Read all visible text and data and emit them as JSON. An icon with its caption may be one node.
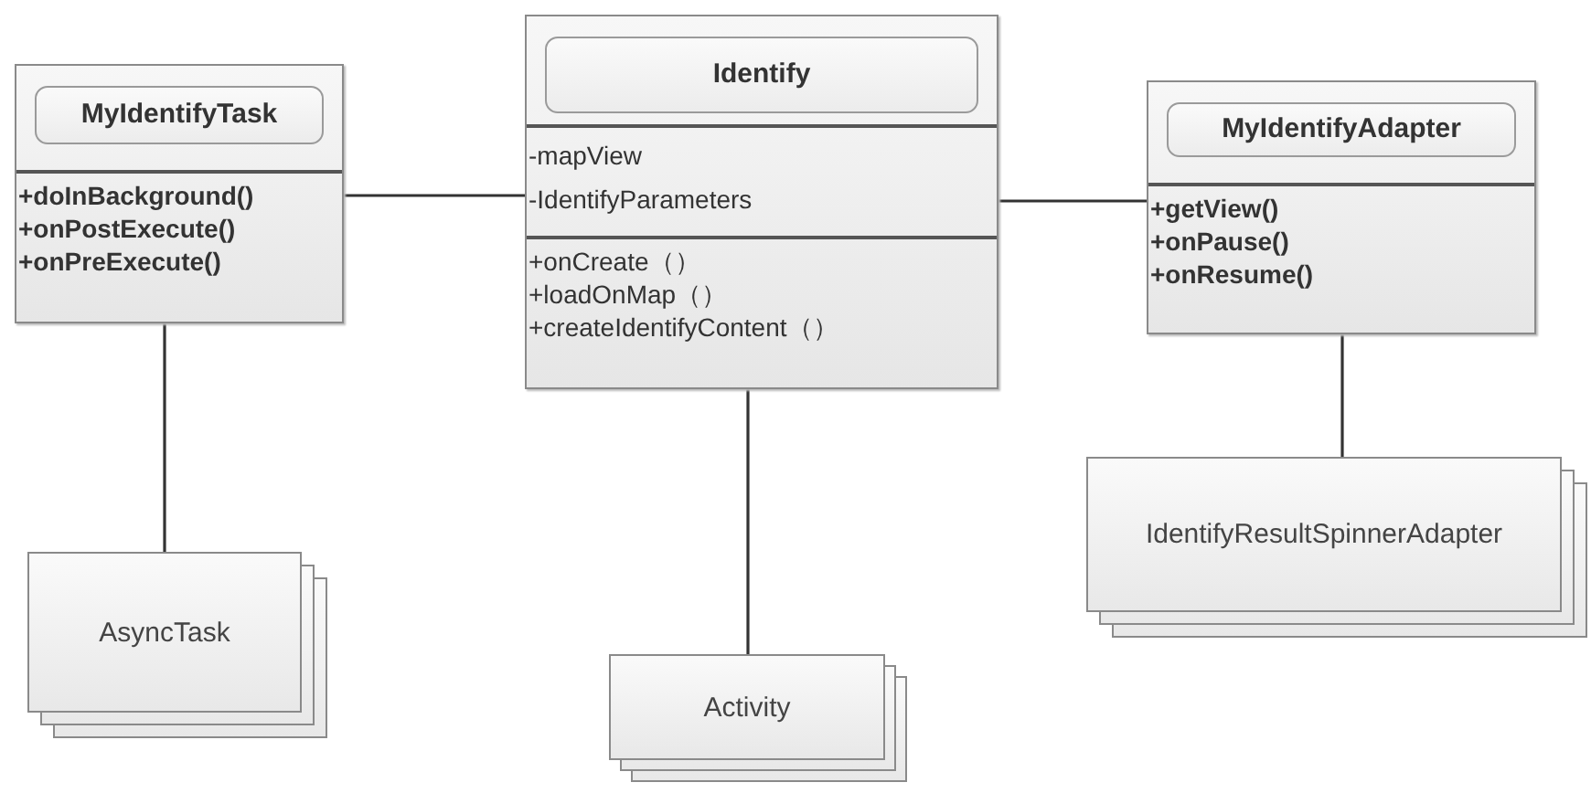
{
  "diagram": {
    "nodes": [
      {
        "text": [
          "MyIdentifyTask",
          "+doInBackground()",
          "+onPostExecute()",
          "+onPreExecute()"
        ]
      },
      {
        "text": [
          "Identify",
          "-mapView",
          "-IdentifyParameters",
          "+onCreate（）",
          "+loadOnMap（）",
          "+createIdentifyContent（）"
        ]
      },
      {
        "text": [
          "MyIdentifyAdapter",
          "+getView()",
          "+onPause()",
          "+onResume()"
        ]
      },
      {
        "text": [
          "AsyncTask"
        ]
      },
      {
        "text": [
          "Activity"
        ]
      },
      {
        "text": [
          "IdentifyResultSpinnerAdapter"
        ]
      }
    ],
    "edges": [
      {
        "from": 0,
        "to": 1,
        "arrow": "none"
      },
      {
        "from": 1,
        "to": 2,
        "arrow": "none"
      },
      {
        "from": 0,
        "to": 3,
        "arrow": "none"
      },
      {
        "from": 1,
        "to": 4,
        "arrow": "none"
      },
      {
        "from": 2,
        "to": 5,
        "arrow": "none"
      }
    ]
  }
}
